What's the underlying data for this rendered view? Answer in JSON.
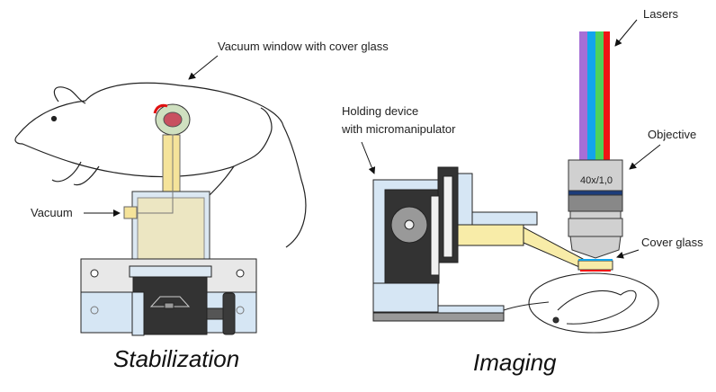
{
  "labels": {
    "vacuum_window": "Vacuum window with cover glass",
    "vacuum": "Vacuum",
    "holding_device_line1": "Holding device",
    "holding_device_line2": "with micromanipulator",
    "lasers": "Lasers",
    "objective": "Objective",
    "objective_marking": "40x/1,0",
    "cover_glass": "Cover glass"
  },
  "panels": {
    "left_title": "Stabilization",
    "right_title": "Imaging"
  },
  "colors": {
    "laser_purple": "#a66fd6",
    "laser_blue": "#12a5ec",
    "laser_green": "#4fd15a",
    "laser_red": "#f01414",
    "holder_light_blue": "#d6e6f4",
    "holder_dark": "#3a3a3a",
    "arm_yellow": "#f8eca8",
    "chamber_beige": "#ece6c2"
  }
}
